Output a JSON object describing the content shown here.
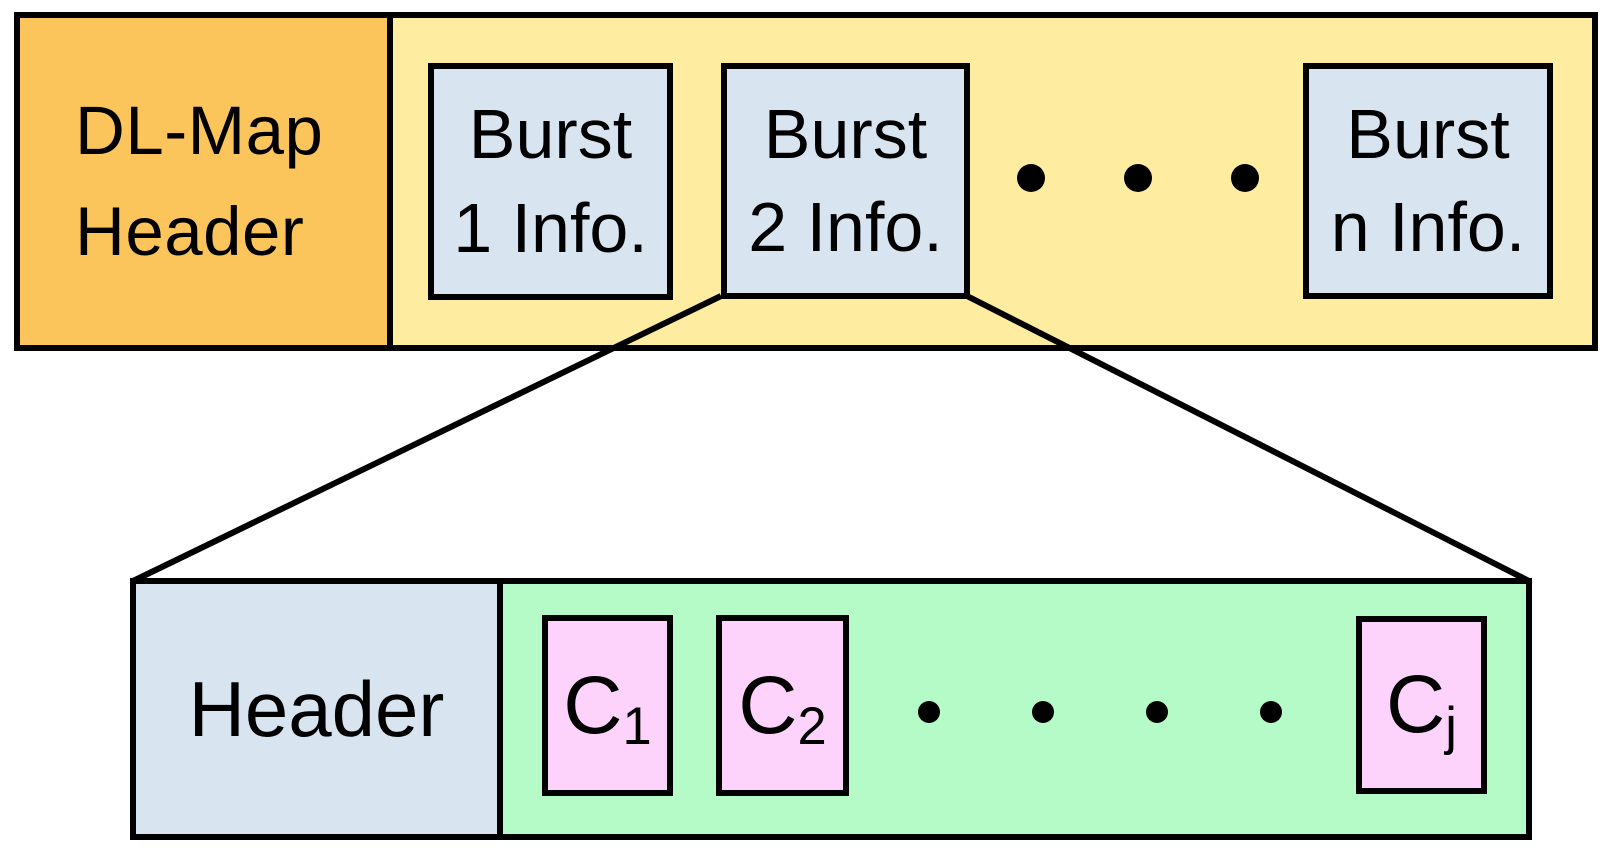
{
  "colors": {
    "orange": "#FCC55C",
    "yellow": "#FEECA0",
    "blue": "#D9E4F1",
    "green": "#B4FBC8",
    "pink": "#FED3FB",
    "line": "#000000",
    "bg": "#FFFFFF"
  },
  "dl_map_row": {
    "header": {
      "line1": "DL-Map",
      "line2": "Header"
    },
    "bursts": [
      {
        "line1": "Burst",
        "line2": "1 Info."
      },
      {
        "line1": "Burst",
        "line2": "2 Info."
      },
      {
        "line1": "Burst",
        "line2": "n Info."
      }
    ],
    "dot_count": 3
  },
  "burst_detail_row": {
    "header": "Header",
    "channels": [
      {
        "symbol": "C",
        "subscript": "1"
      },
      {
        "symbol": "C",
        "subscript": "2"
      },
      {
        "symbol": "C",
        "subscript": "j"
      }
    ],
    "dot_count": 4
  }
}
